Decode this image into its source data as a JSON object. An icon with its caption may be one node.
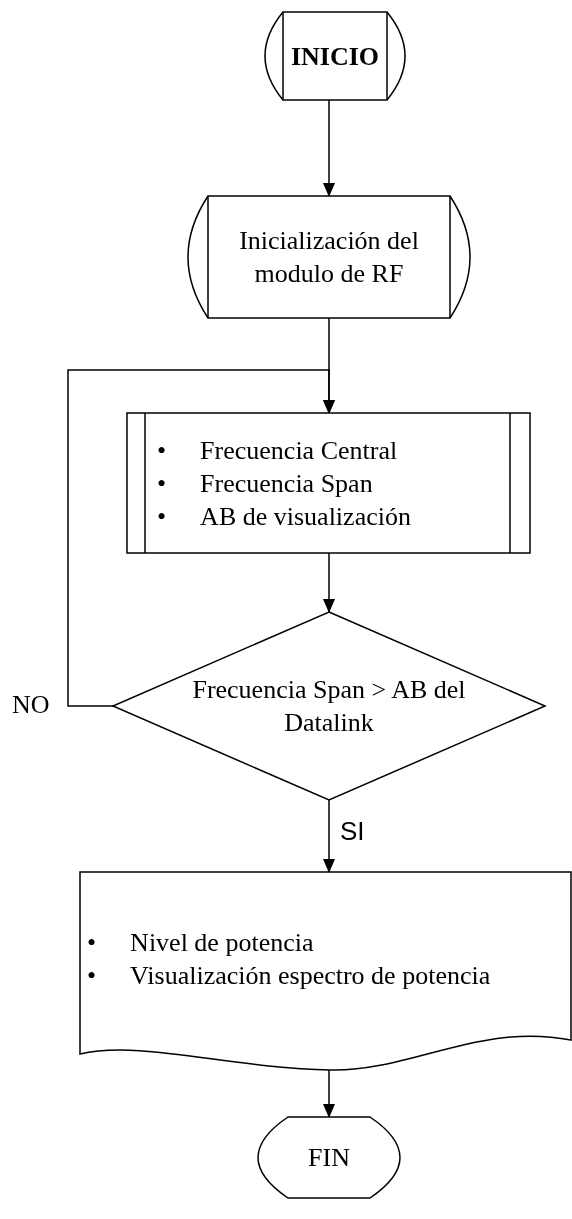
{
  "diagram": {
    "nodes": [
      {
        "text": [
          "INICIO"
        ]
      },
      {
        "text": [
          "Inicialización del modulo de RF"
        ]
      },
      {
        "text": [
          "•",
          "Frecuencia Central",
          "•",
          "Frecuencia Span",
          "•",
          "AB de visualización"
        ]
      },
      {
        "text": [
          "Frecuencia Span > AB del Datalink"
        ]
      },
      {
        "text": [
          "•",
          "Nivel de potencia",
          "•",
          "Visualización espectro de potencia"
        ]
      },
      {
        "text": [
          "FIN"
        ]
      }
    ],
    "edges": [
      {
        "from": 0,
        "to": 1,
        "arrow": "to"
      },
      {
        "from": 1,
        "to": 2,
        "arrow": "to"
      },
      {
        "from": 2,
        "to": 3,
        "arrow": "to"
      },
      {
        "from": 3,
        "to": 2,
        "arrow": "to",
        "label": "NO"
      },
      {
        "from": 3,
        "to": 4,
        "arrow": "to",
        "label": "SI"
      },
      {
        "from": 4,
        "to": 5,
        "arrow": "to"
      }
    ]
  }
}
